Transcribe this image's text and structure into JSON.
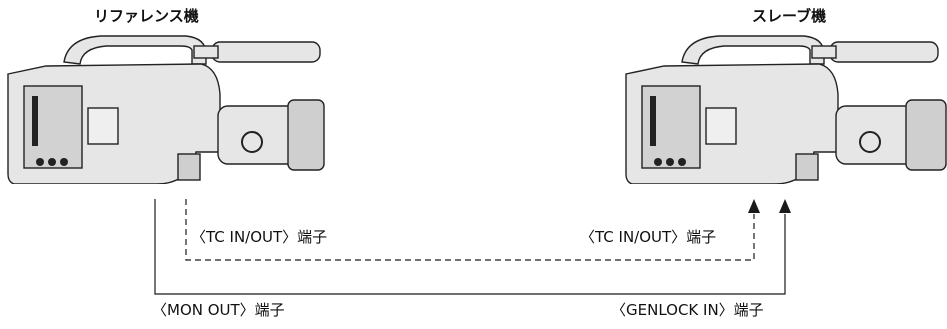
{
  "reference_camera": {
    "title": "リファレンス機"
  },
  "slave_camera": {
    "title": "スレーブ機"
  },
  "terminals": {
    "ref_tc": "〈TC IN/OUT〉端子",
    "ref_mon": "〈MON OUT〉端子",
    "slave_tc": "〈TC IN/OUT〉端子",
    "slave_genlock": "〈GENLOCK IN〉端子"
  },
  "colors": {
    "line": "#1a1a1a",
    "camera_fill": "#d9d9d9",
    "camera_dark": "#3a3a3a"
  }
}
